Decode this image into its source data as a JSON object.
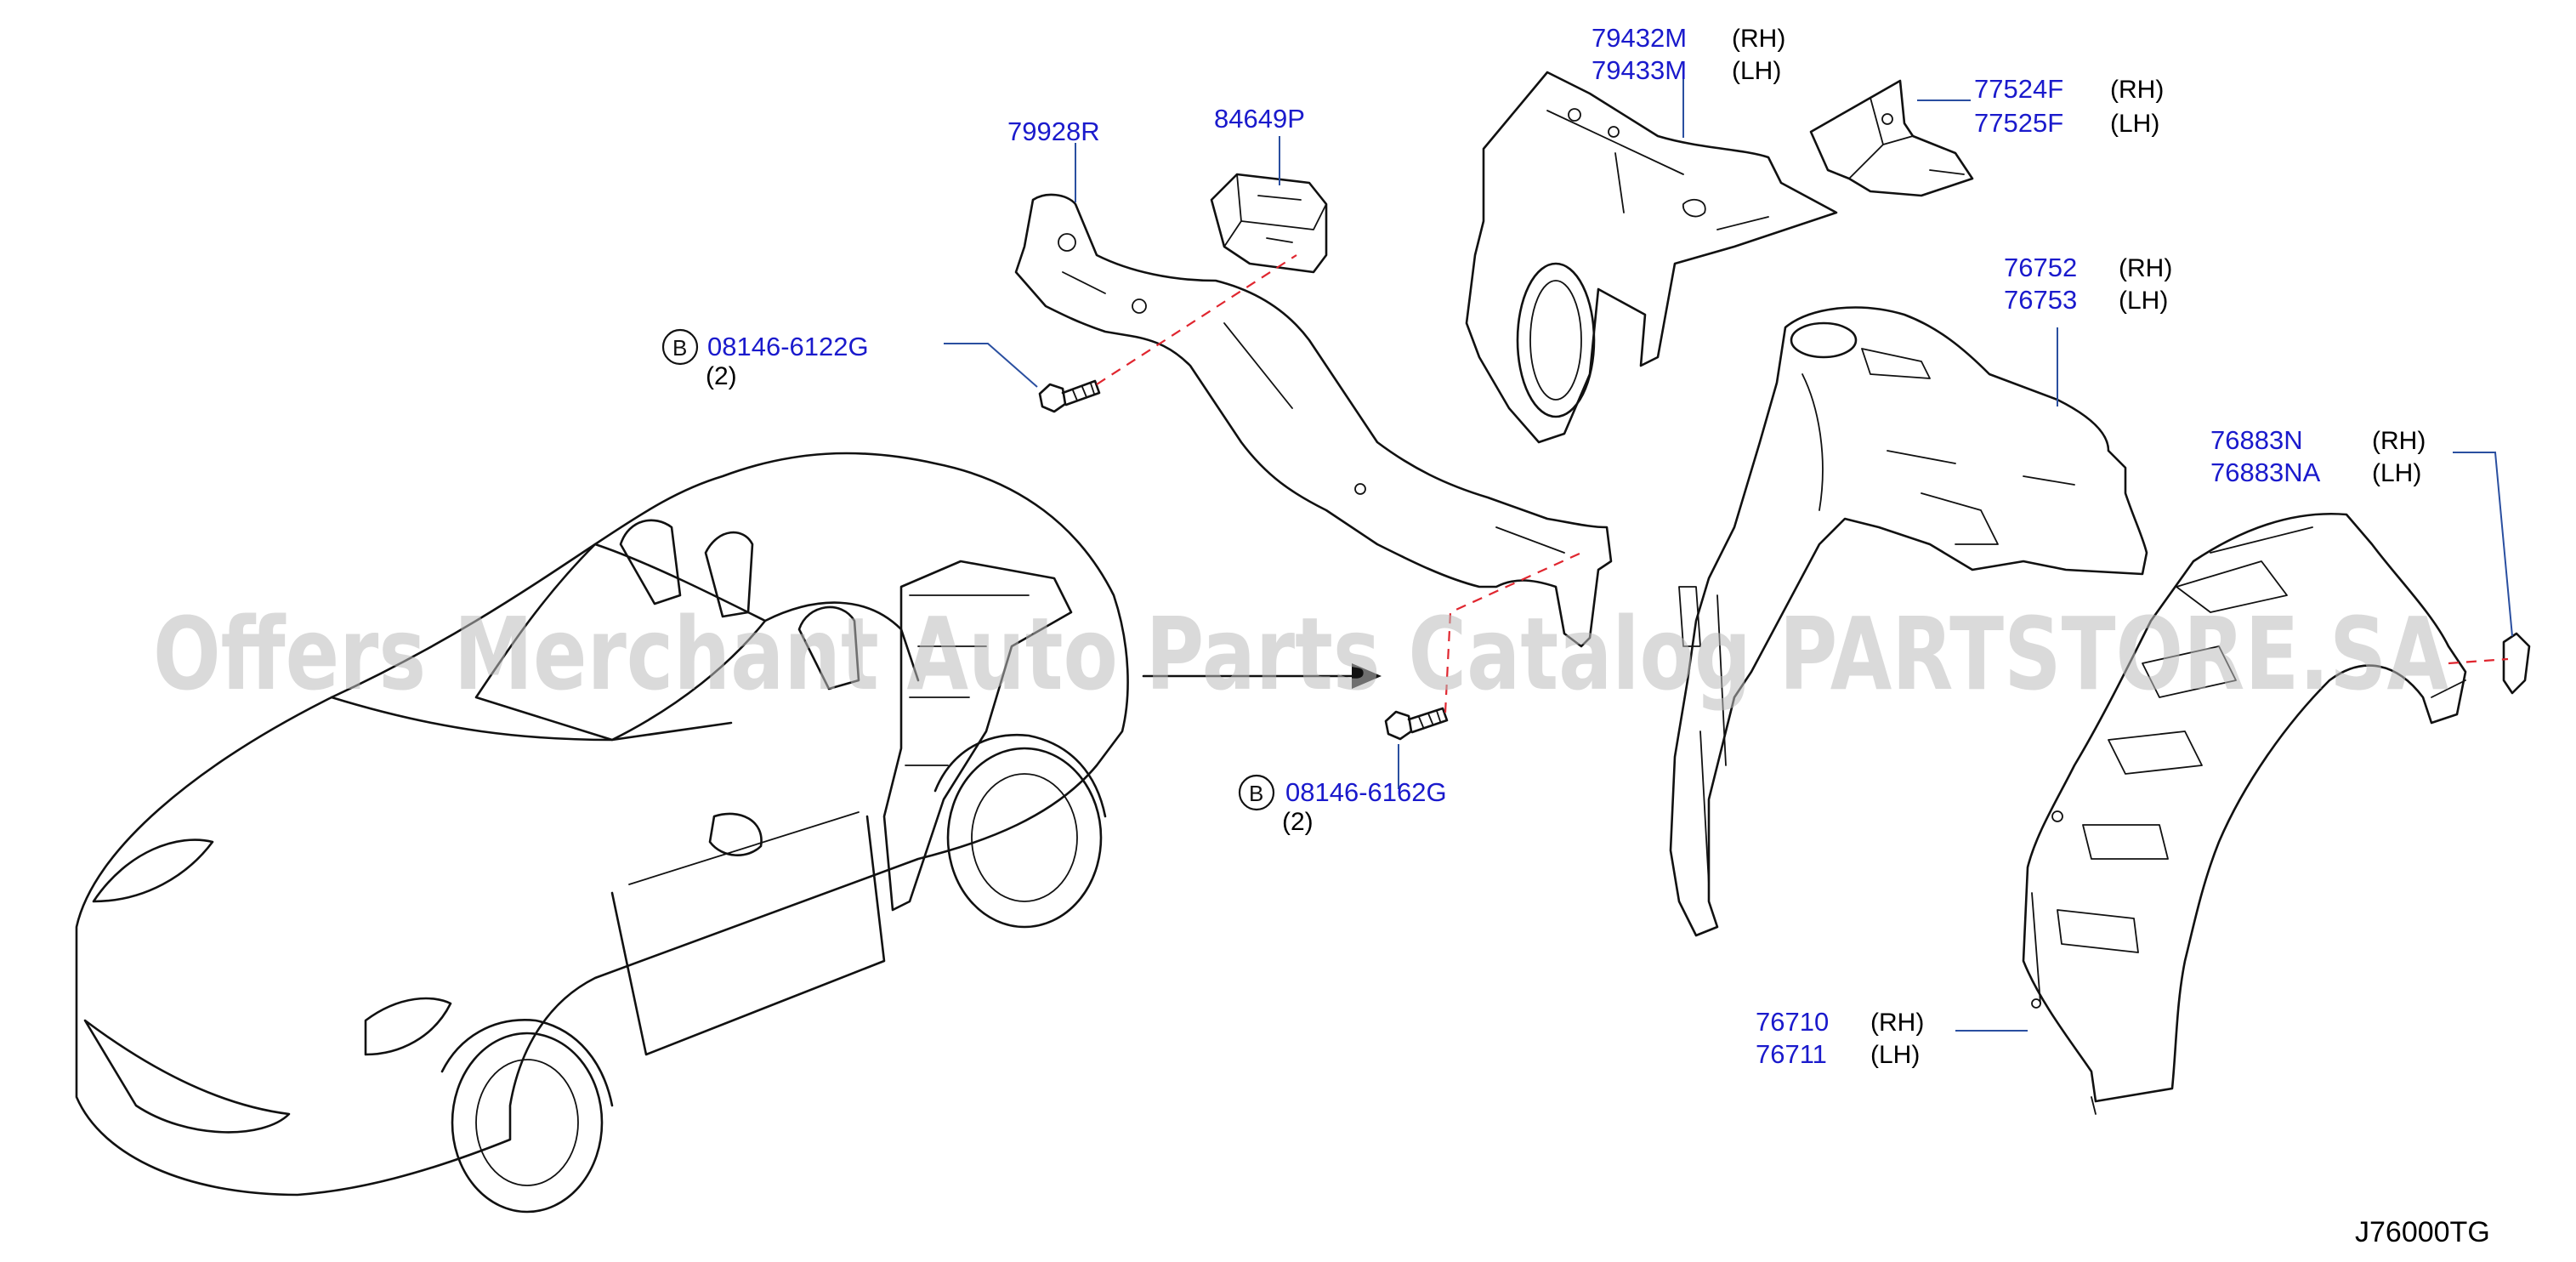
{
  "parts": [
    {
      "id": "79928R"
    },
    {
      "id": "84649P"
    },
    {
      "id": "79432M",
      "side": "(RH)"
    },
    {
      "id": "79433M",
      "side": "(LH)"
    },
    {
      "id": "77524F",
      "side": "(RH)"
    },
    {
      "id": "77525F",
      "side": "(LH)"
    },
    {
      "id": "76752",
      "side": "(RH)"
    },
    {
      "id": "76753",
      "side": "(LH)"
    },
    {
      "id": "76883N",
      "side": "(RH)"
    },
    {
      "id": "76883NA",
      "side": "(LH)"
    },
    {
      "id": "76710",
      "side": "(RH)"
    },
    {
      "id": "76711",
      "side": "(LH)"
    }
  ],
  "bolts": [
    {
      "badge": "B",
      "id": "08146-6122G",
      "qty": "(2)"
    },
    {
      "badge": "B",
      "id": "08146-6162G",
      "qty": "(2)"
    }
  ],
  "watermark": "Offers Merchant Auto Parts Catalog PARTSTORE.SA",
  "diagram_code": "J76000TG"
}
